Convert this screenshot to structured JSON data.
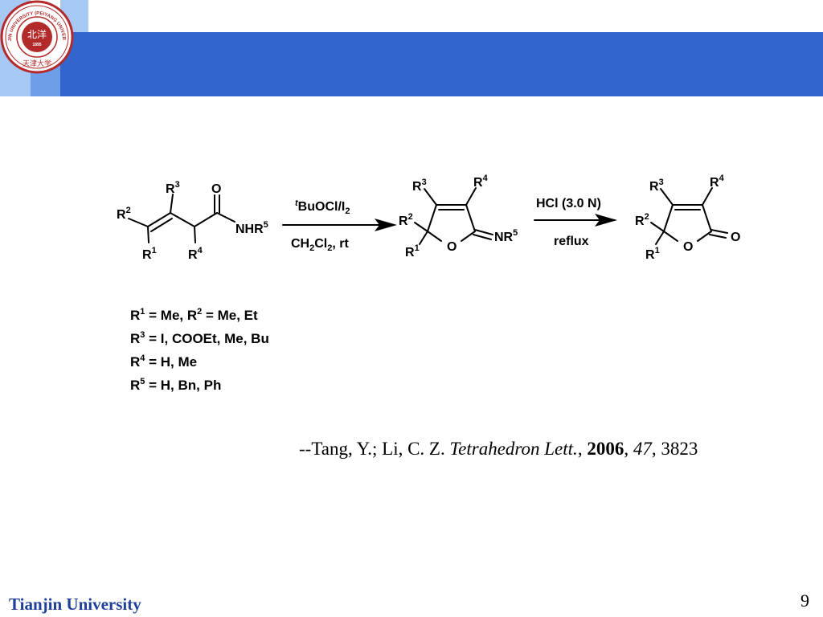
{
  "colors": {
    "header_blue": "#3366cc",
    "square_light": "#a8c8f4",
    "square_mid": "#6f9ee8",
    "logo_red": "#b32a2a",
    "footer_text": "#1f3f9a"
  },
  "header": {
    "logo": {
      "icon": "university-seal-icon",
      "ring_text": "TIANJIN UNIVERSITY (PEIYANG UNIVERSITY)",
      "center_text": "北洋",
      "year": "1895",
      "bottom_text": "天津大学"
    }
  },
  "scheme": {
    "step1": {
      "reagent_top": "BuOCl/I",
      "reagent_top_prefix": "t",
      "reagent_top_sub": "2",
      "reagent_bottom_parts": [
        "CH",
        "2",
        "Cl",
        "2",
        ", rt"
      ]
    },
    "step2": {
      "reagent_top": "HCl (3.0 N)",
      "reagent_bottom": "reflux"
    },
    "substrate_labels": {
      "r1": "R",
      "r2": "R",
      "r3": "R",
      "r4": "R",
      "o": "O",
      "nhr": "NHR",
      "sup1": "1",
      "sup2": "2",
      "sup3": "3",
      "sup4": "4",
      "sup5": "5"
    },
    "intermediate_labels": {
      "o": "O",
      "nr": "NR",
      "r": "R",
      "sup1": "1",
      "sup2": "2",
      "sup3": "3",
      "sup4": "4",
      "sup5": "5"
    },
    "product_labels": {
      "o_ring": "O",
      "o_carbonyl": "O",
      "r": "R",
      "sup1": "1",
      "sup2": "2",
      "sup3": "3",
      "sup4": "4"
    }
  },
  "substituents": [
    {
      "parts": [
        "R",
        "1",
        " = Me, R",
        "2",
        " = Me, Et"
      ]
    },
    {
      "parts": [
        "R",
        "3",
        " = I, COOEt, Me, Bu"
      ]
    },
    {
      "parts": [
        "R",
        "4",
        " = H, Me"
      ]
    },
    {
      "parts": [
        "R",
        "5",
        " = H, Bn, Ph"
      ]
    }
  ],
  "citation": {
    "prefix": "--Tang, Y.; Li, C. Z. ",
    "journal": "Tetrahedron Lett.",
    "sep1": ", ",
    "year": "2006",
    "sep2": ", ",
    "volume": "47",
    "sep3": ", ",
    "page": "3823"
  },
  "footer": {
    "university": "Tianjin University",
    "page_number": "9"
  }
}
